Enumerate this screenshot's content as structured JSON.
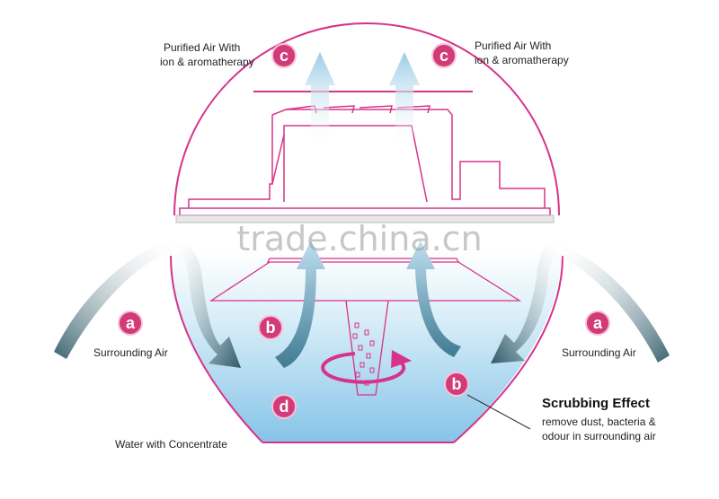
{
  "labels": {
    "purified_left_line1": "Purified Air With",
    "purified_left_line2": "ion & aromatherapy",
    "purified_right_line1": "Purified Air With",
    "purified_right_line2": "ion & aromatherapy",
    "surrounding_left": "Surrounding Air",
    "surrounding_right": "Surrounding Air",
    "water": "Water with Concentrate",
    "scrubbing_title": "Scrubbing Effect",
    "scrubbing_line1": "remove dust, bacteria &",
    "scrubbing_line2": "odour in surrounding air"
  },
  "badges": {
    "a": "a",
    "b": "b",
    "c": "c",
    "d": "d"
  },
  "watermark": "trade.china.cn",
  "colors": {
    "outline": "#d6338a",
    "badge_fill": "#d23a78",
    "water_top": "#ffffff",
    "water_bottom": "#8fc9ea",
    "arrow_dark": "#2e5866",
    "arrow_light": "#a9d3ea"
  }
}
